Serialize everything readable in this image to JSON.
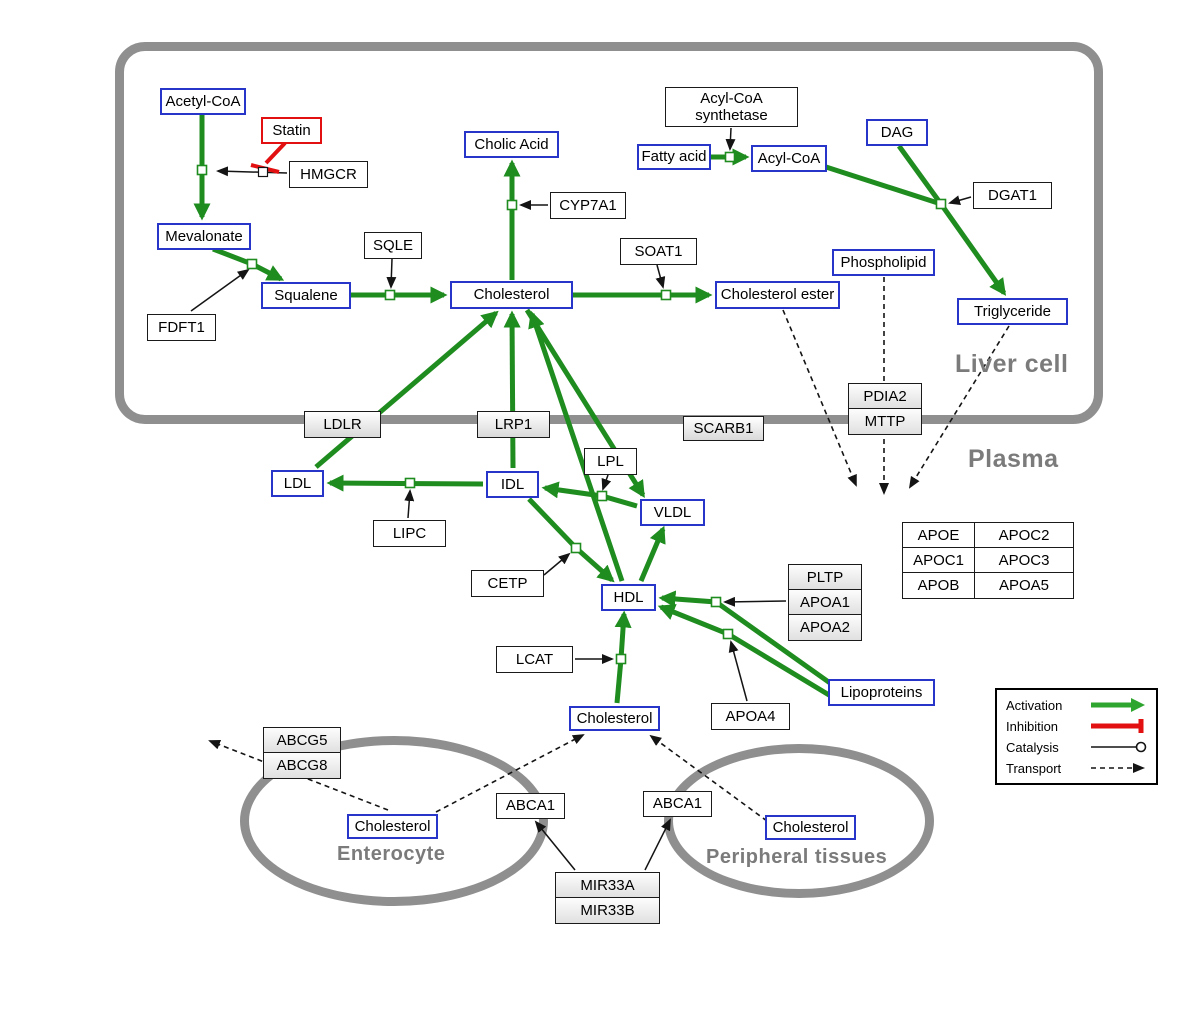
{
  "colors": {
    "activation": "#1f8c1f",
    "inhibition": "#e21010",
    "metabolite_border": "#2736c9",
    "compartment_border": "#8f8f8f",
    "edge_black": "#141414"
  },
  "compartments": {
    "liver": "Liver cell",
    "plasma": "Plasma",
    "enterocyte": "Enterocyte",
    "peripheral": "Peripheral tissues"
  },
  "nodes": {
    "acetyl_coa": "Acetyl-CoA",
    "statin": "Statin",
    "hmgcr": "HMGCR",
    "mevalonate": "Mevalonate",
    "fdft1": "FDFT1",
    "squalene": "Squalene",
    "sqle": "SQLE",
    "cholic_acid": "Cholic Acid",
    "cyp7a1": "CYP7A1",
    "cholesterol_liver": "Cholesterol",
    "soat1": "SOAT1",
    "cholesterol_ester": "Cholesterol ester",
    "fatty_acid": "Fatty acid",
    "acyl_coa_synthetase": "Acyl-CoA synthetase",
    "acyl_coa": "Acyl-CoA",
    "dag": "DAG",
    "dgat1": "DGAT1",
    "phospholipid": "Phospholipid",
    "triglyceride": "Triglyceride",
    "ldlr": "LDLR",
    "lrp1": "LRP1",
    "scarb1": "SCARB1",
    "ldl": "LDL",
    "idl": "IDL",
    "lipc": "LIPC",
    "lpl": "LPL",
    "vldl": "VLDL",
    "cetp": "CETP",
    "hdl": "HDL",
    "lcat": "LCAT",
    "cholesterol_plasma": "Cholesterol",
    "apoa4": "APOA4",
    "lipoproteins": "Lipoproteins",
    "abca1_left": "ABCA1",
    "abca1_right": "ABCA1",
    "cholesterol_enterocyte": "Cholesterol",
    "cholesterol_peripheral": "Cholesterol"
  },
  "groups": {
    "pdia2_mttp": [
      "PDIA2",
      "MTTP"
    ],
    "pltp_apoa": [
      "PLTP",
      "APOA1",
      "APOA2"
    ],
    "abcg": [
      "ABCG5",
      "ABCG8"
    ],
    "mir33": [
      "MIR33A",
      "MIR33B"
    ]
  },
  "apo_table": {
    "rows": [
      [
        "APOE",
        "APOC2"
      ],
      [
        "APOC1",
        "APOC3"
      ],
      [
        "APOB",
        "APOA5"
      ]
    ]
  },
  "legend": {
    "items": [
      {
        "label": "Activation",
        "type": "activation"
      },
      {
        "label": "Inhibition",
        "type": "inhibition"
      },
      {
        "label": "Catalysis",
        "type": "catalysis"
      },
      {
        "label": "Transport",
        "type": "transport"
      }
    ]
  }
}
